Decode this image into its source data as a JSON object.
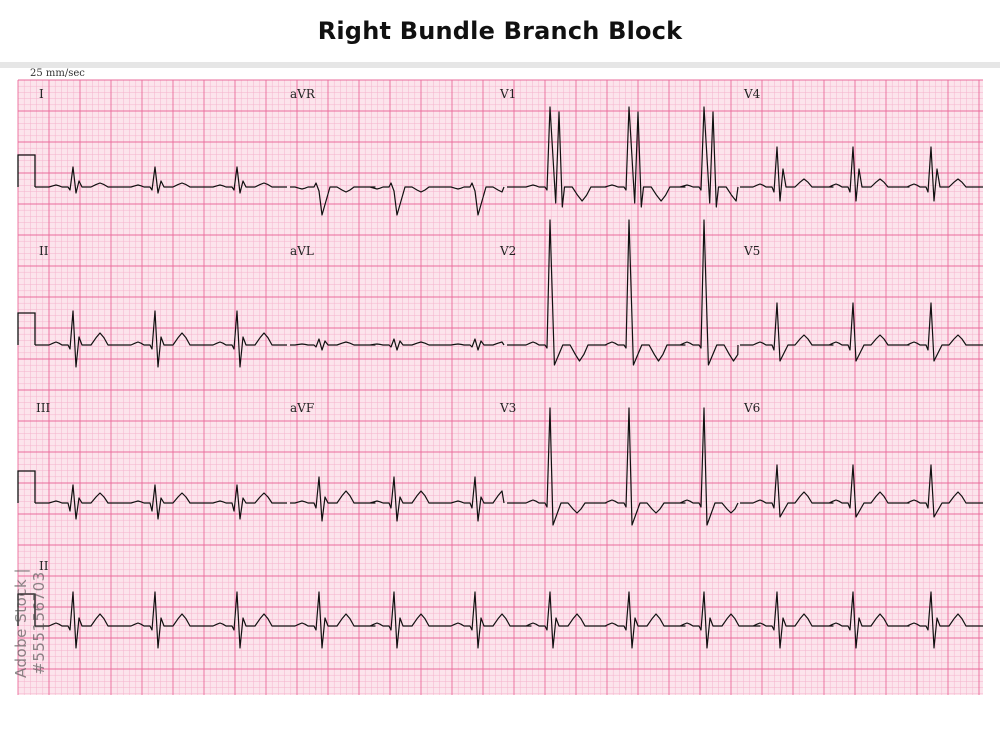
{
  "title": "Right Bundle Branch Block",
  "paper_speed": "25 mm/sec",
  "watermark": "Adobe Stock | #555156703",
  "colors": {
    "grid_background": "#fce4ec",
    "grid_minor": "#f5b3cc",
    "grid_major": "#ea6b9b",
    "trace": "#111111"
  },
  "leads": {
    "row1": [
      "I",
      "aVR",
      "V1",
      "V4"
    ],
    "row2": [
      "II",
      "aVL",
      "V2",
      "V5"
    ],
    "row3": [
      "III",
      "aVF",
      "V3",
      "V6"
    ],
    "rhythm": "II"
  }
}
